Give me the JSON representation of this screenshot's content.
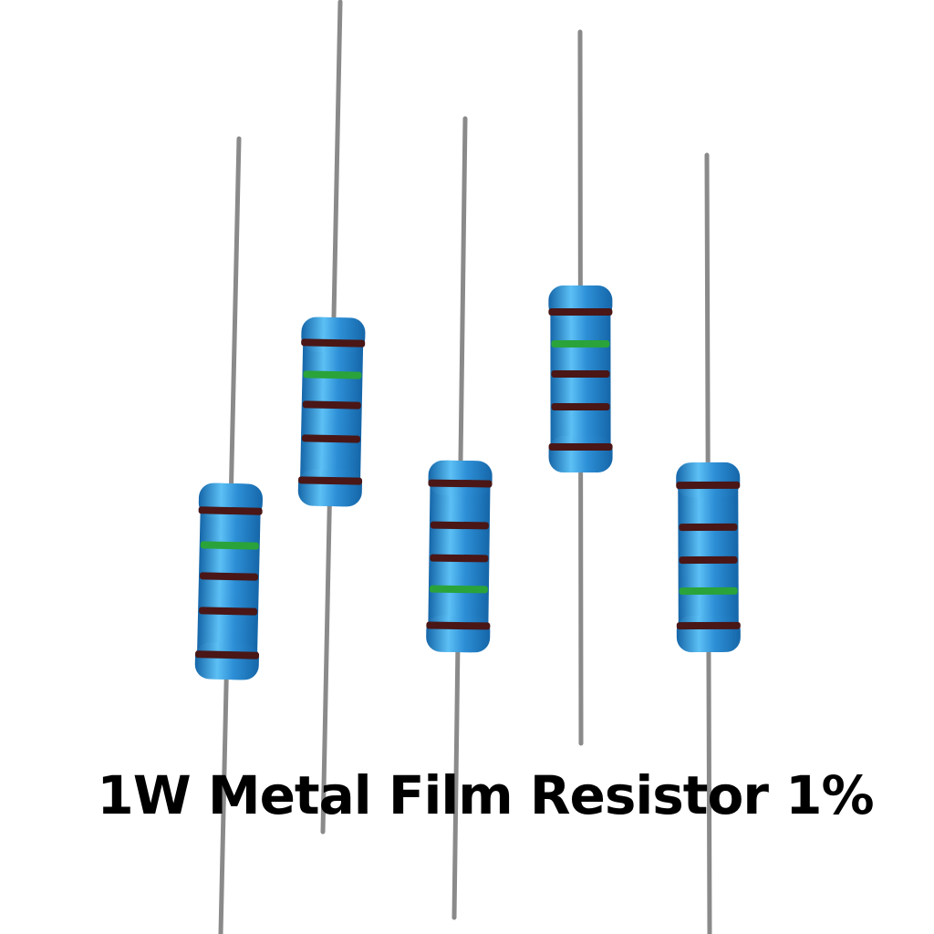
{
  "caption": "1W Metal Film Resistor 1%",
  "colors": {
    "background": "#ffffff",
    "body": "#2d8fd6",
    "body_highlight": "#5cc0f5",
    "body_shadow": "#1566a8",
    "lead": "#8a8a8a",
    "band_brown": "#4a1616",
    "band_green": "#2aa33a"
  },
  "resistors": [
    {
      "name": "resistor-1",
      "bands": [
        "brown",
        "green",
        "brown",
        "brown",
        "brown"
      ]
    },
    {
      "name": "resistor-2",
      "bands": [
        "brown",
        "green",
        "brown",
        "brown",
        "brown"
      ]
    },
    {
      "name": "resistor-3",
      "bands": [
        "brown",
        "brown",
        "brown",
        "green",
        "brown"
      ]
    },
    {
      "name": "resistor-4",
      "bands": [
        "brown",
        "green",
        "brown",
        "brown",
        "brown"
      ]
    },
    {
      "name": "resistor-5",
      "bands": [
        "brown",
        "brown",
        "brown",
        "green",
        "brown"
      ]
    }
  ]
}
